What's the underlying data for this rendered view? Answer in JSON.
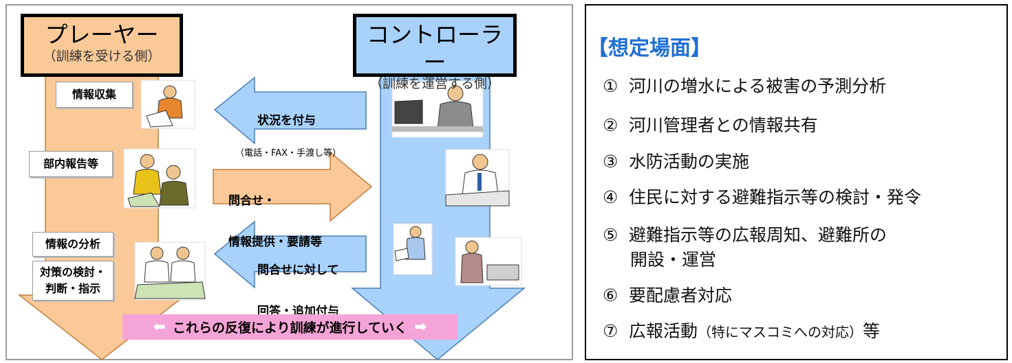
{
  "player": {
    "title": "プレーヤー",
    "subtitle": "（訓練を受ける側）"
  },
  "controller": {
    "title": "コントローラー",
    "subtitle": "（訓練を運営する側）"
  },
  "player_labels": [
    "情報収集",
    "部内報告等",
    "情報の分析",
    "対策の検討・\n判断・指示"
  ],
  "arrows": {
    "a1_main": "状況を付与",
    "a1_sub": "（電話・FAX・手渡し等）",
    "a2_line1": "問合せ・",
    "a2_line2": "情報提供・要請等",
    "a3_line1": "問合せに対して",
    "a3_line2": "回答・追加付与"
  },
  "banner": {
    "text": "これらの反復により訓練が進行していく",
    "left_arrow": "⬅",
    "right_arrow": "➡"
  },
  "colors": {
    "orange": "#fbc998",
    "blue": "#a9d2fb",
    "pink": "#f5a4d8",
    "title_blue": "#1f6fd2"
  },
  "scenarios": {
    "heading": "【想定場面】",
    "items": [
      {
        "num": "①",
        "text": "河川の増水による被害の予測分析"
      },
      {
        "num": "②",
        "text": "河川管理者との情報共有"
      },
      {
        "num": "③",
        "text": "水防活動の実施"
      },
      {
        "num": "④",
        "text": "住民に対する避難指示等の検討・発令"
      },
      {
        "num": "⑤",
        "text": "避難指示等の広報周知、避難所の",
        "cont": "開設・運営"
      },
      {
        "num": "⑥",
        "text": "要配慮者対応"
      },
      {
        "num": "⑦",
        "text": "広報活動",
        "small": "（特にマスコミへの対応）",
        "tail": "等"
      }
    ]
  }
}
